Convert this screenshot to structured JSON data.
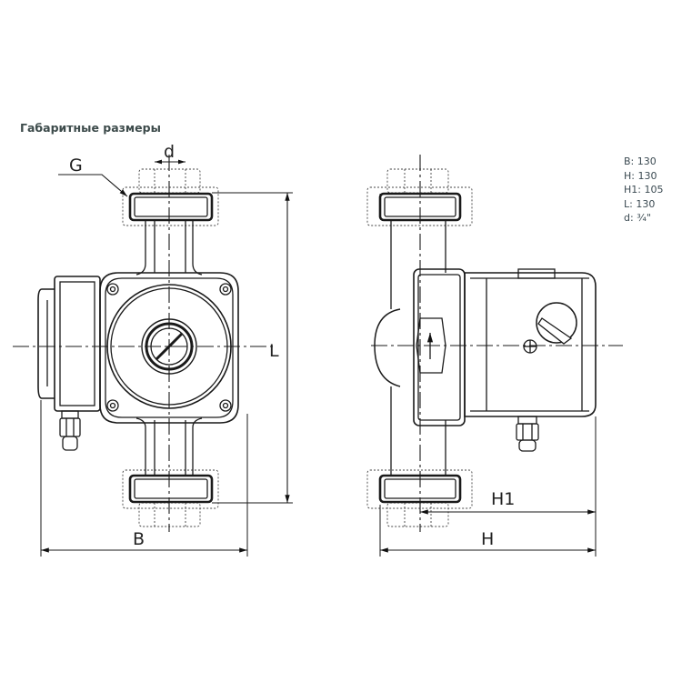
{
  "title": "Габаритные размеры",
  "specs": [
    {
      "label": "B:",
      "value": "130"
    },
    {
      "label": "H:",
      "value": "130"
    },
    {
      "label": "H1:",
      "value": "105"
    },
    {
      "label": "L:",
      "value": "130"
    },
    {
      "label": "d:",
      "value": "¾\""
    }
  ],
  "drawing_labels": {
    "G": "G",
    "d": "d",
    "L": "L",
    "B": "B",
    "H1": "H1",
    "H": "H"
  }
}
